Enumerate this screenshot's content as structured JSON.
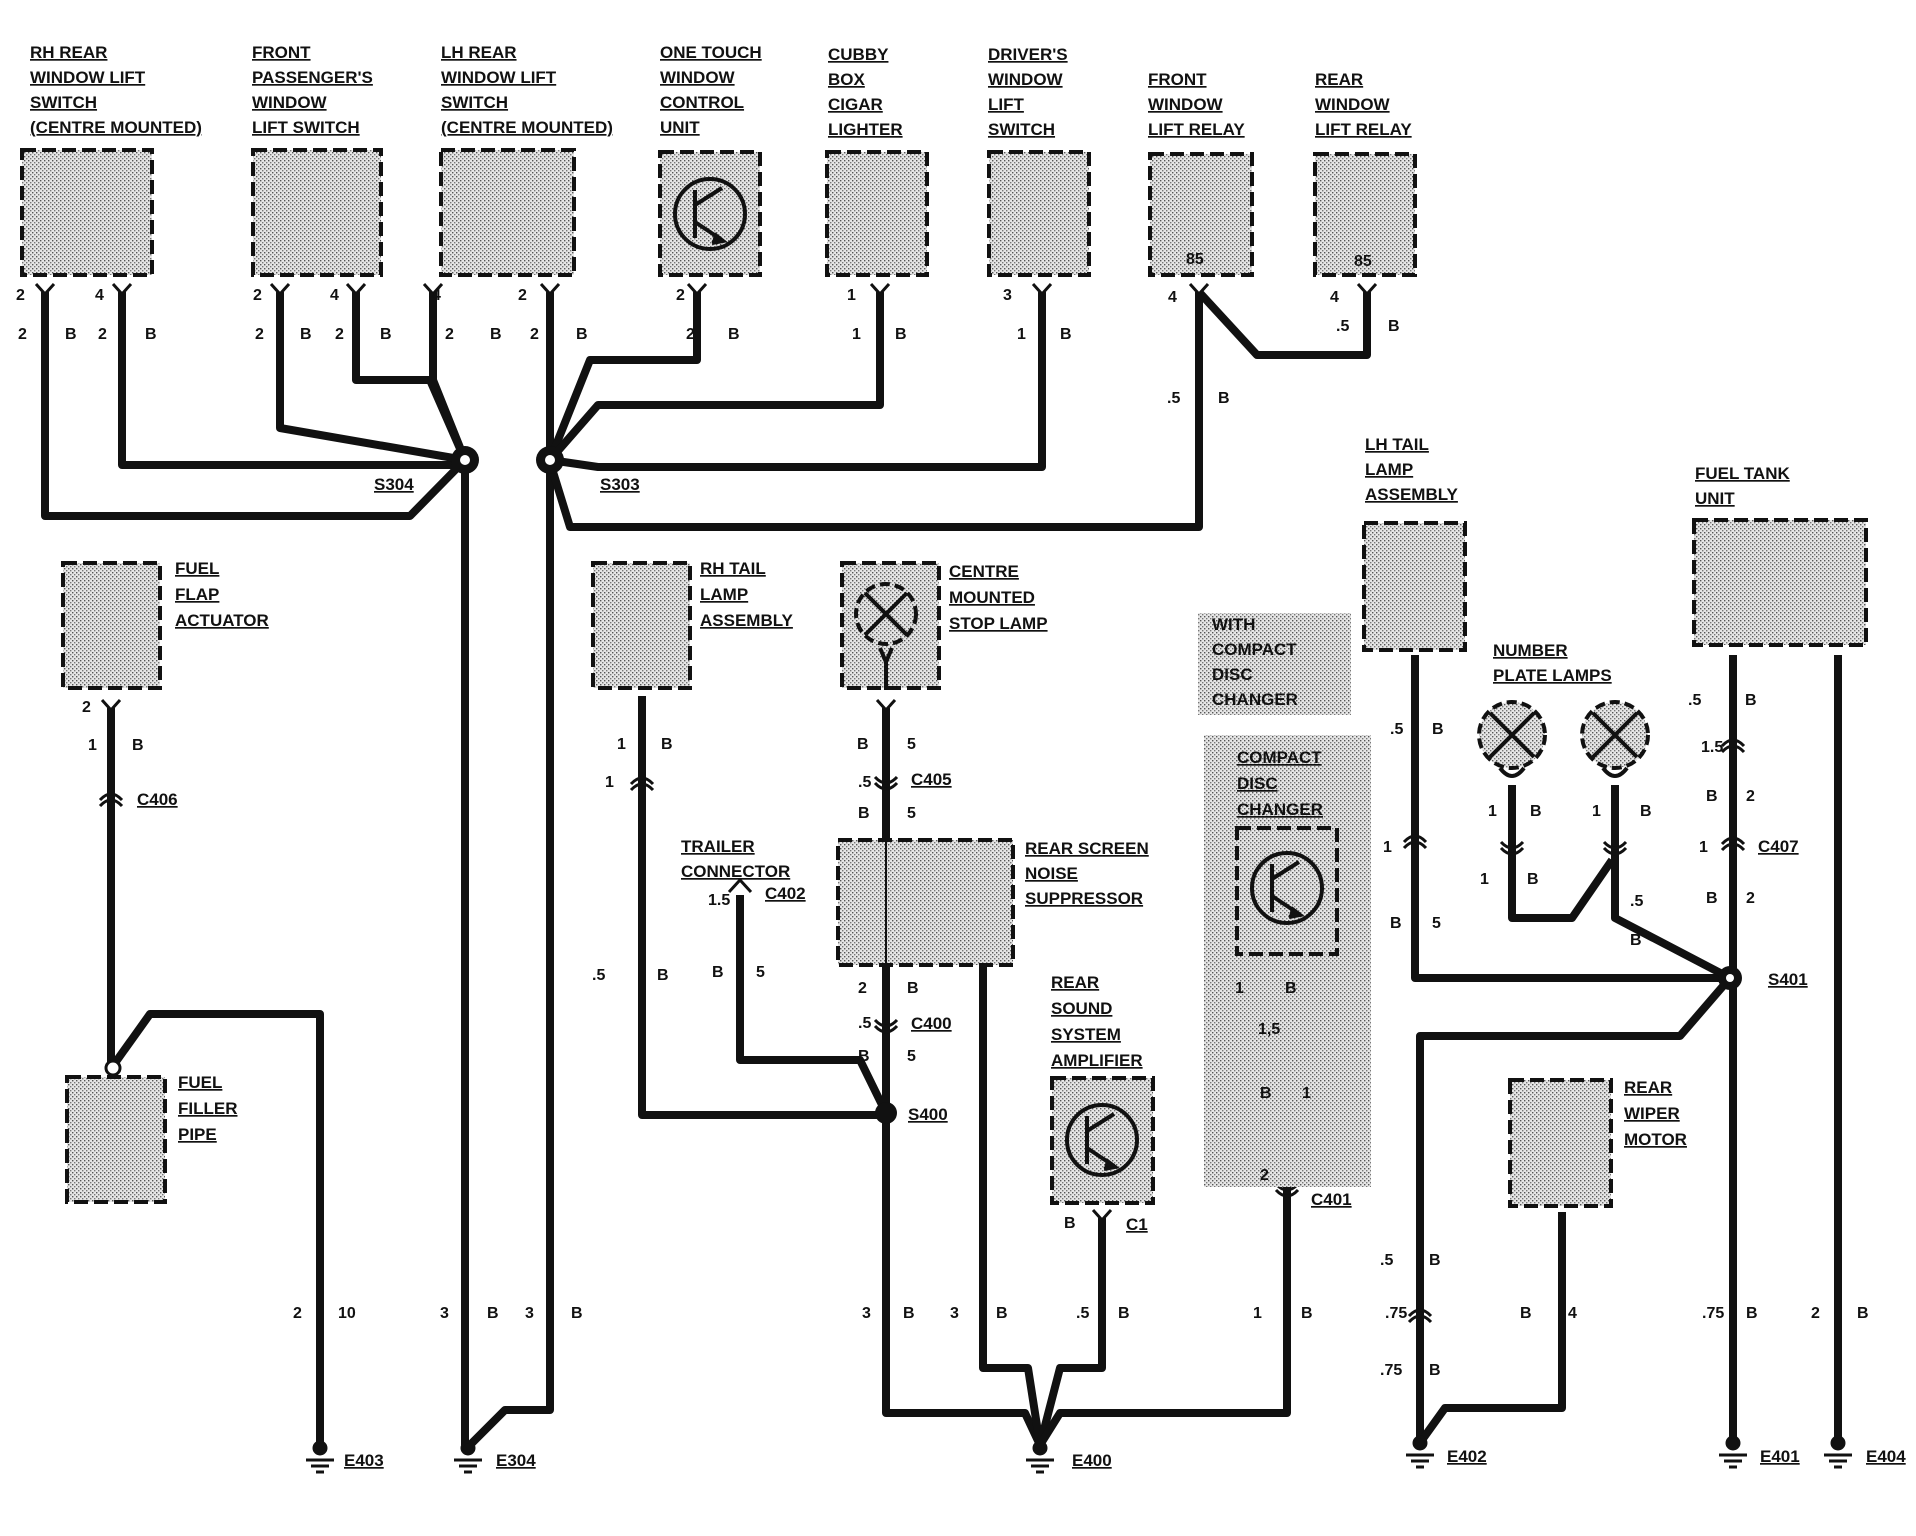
{
  "components": {
    "rh_rear_switch": [
      "RH REAR",
      "WINDOW LIFT",
      "SWITCH",
      "(CENTRE MOUNTED)"
    ],
    "front_pass_switch": [
      "FRONT",
      "PASSENGER'S",
      "WINDOW",
      "LIFT SWITCH"
    ],
    "lh_rear_switch": [
      "LH REAR",
      "WINDOW LIFT",
      "SWITCH",
      "(CENTRE MOUNTED)"
    ],
    "one_touch": [
      "ONE TOUCH",
      "WINDOW",
      "CONTROL",
      "UNIT"
    ],
    "cubby_box": [
      "CUBBY",
      "BOX",
      "CIGAR",
      "LIGHTER"
    ],
    "drivers_switch": [
      "DRIVER'S",
      "WINDOW",
      "LIFT",
      "SWITCH"
    ],
    "front_relay": [
      "FRONT",
      "WINDOW",
      "LIFT RELAY"
    ],
    "rear_relay": [
      "REAR",
      "WINDOW",
      "LIFT RELAY"
    ],
    "fuel_flap": [
      "FUEL",
      "FLAP",
      "ACTUATOR"
    ],
    "fuel_filler": [
      "FUEL",
      "FILLER",
      "PIPE"
    ],
    "rh_tail": [
      "RH TAIL",
      "LAMP",
      "ASSEMBLY"
    ],
    "centre_stop": [
      "CENTRE",
      "MOUNTED",
      "STOP LAMP"
    ],
    "trailer": [
      "TRAILER",
      "CONNECTOR"
    ],
    "noise_supp": [
      "REAR SCREEN",
      "NOISE",
      "SUPPRESSOR"
    ],
    "amplifier": [
      "REAR",
      "SOUND",
      "SYSTEM",
      "AMPLIFIER"
    ],
    "with_cd": [
      "WITH",
      "COMPACT",
      "DISC",
      "CHANGER"
    ],
    "cd_changer": [
      "COMPACT",
      "DISC",
      "CHANGER"
    ],
    "lh_tail": [
      "LH TAIL",
      "LAMP",
      "ASSEMBLY"
    ],
    "number_plate": [
      "NUMBER",
      "PLATE LAMPS"
    ],
    "fuel_tank": [
      "FUEL TANK",
      "UNIT"
    ],
    "rear_wiper": [
      "REAR",
      "WIPER",
      "MOTOR"
    ]
  },
  "relay_pins": {
    "front": "85",
    "rear": "85"
  },
  "splices": {
    "s304": "S304",
    "s303": "S303",
    "s400": "S400",
    "s401": "S401"
  },
  "connectors": {
    "c406": "C406",
    "c405": "C405",
    "c402": "C402",
    "c400": "C400",
    "c401": "C401",
    "c1": "C1",
    "c407": "C407"
  },
  "grounds": {
    "e403": "E403",
    "e304": "E304",
    "e400": "E400",
    "e402": "E402",
    "e401": "E401",
    "e404": "E404"
  },
  "pin_labels": [
    "2",
    "4",
    "2",
    "4",
    "4",
    "2",
    "2",
    "1",
    "3",
    "4",
    "4",
    "2",
    "B",
    "2",
    "B",
    "2",
    "B",
    "2",
    "B",
    "2",
    "B",
    "2",
    "B",
    "2",
    "B",
    "1",
    "B",
    "1",
    "B",
    ".5",
    "B",
    ".5",
    "B",
    "2",
    "1",
    "B",
    "1",
    "B",
    "1",
    "B",
    "5",
    ".5",
    "B",
    "5",
    ".5",
    "B",
    "1.5",
    "B",
    "5",
    "2",
    "B",
    ".5",
    "B",
    "5",
    ".5",
    "B",
    "1",
    "B",
    "5",
    "1",
    "B",
    "1",
    "B",
    "1",
    "B",
    ".5",
    "B",
    ".5",
    "B",
    "1.5",
    "B",
    "2",
    "1",
    "B",
    "2",
    "1",
    "B",
    "1,5",
    "B",
    "1",
    "2",
    "B",
    "2",
    "10",
    "3",
    "B",
    "3",
    "B",
    "3",
    "B",
    "3",
    "B",
    ".5",
    "B",
    "1",
    "B",
    ".5",
    "B",
    ".75",
    "B",
    "4",
    ".75",
    "B",
    ".75",
    "B",
    "2",
    "B",
    "3",
    "B"
  ]
}
